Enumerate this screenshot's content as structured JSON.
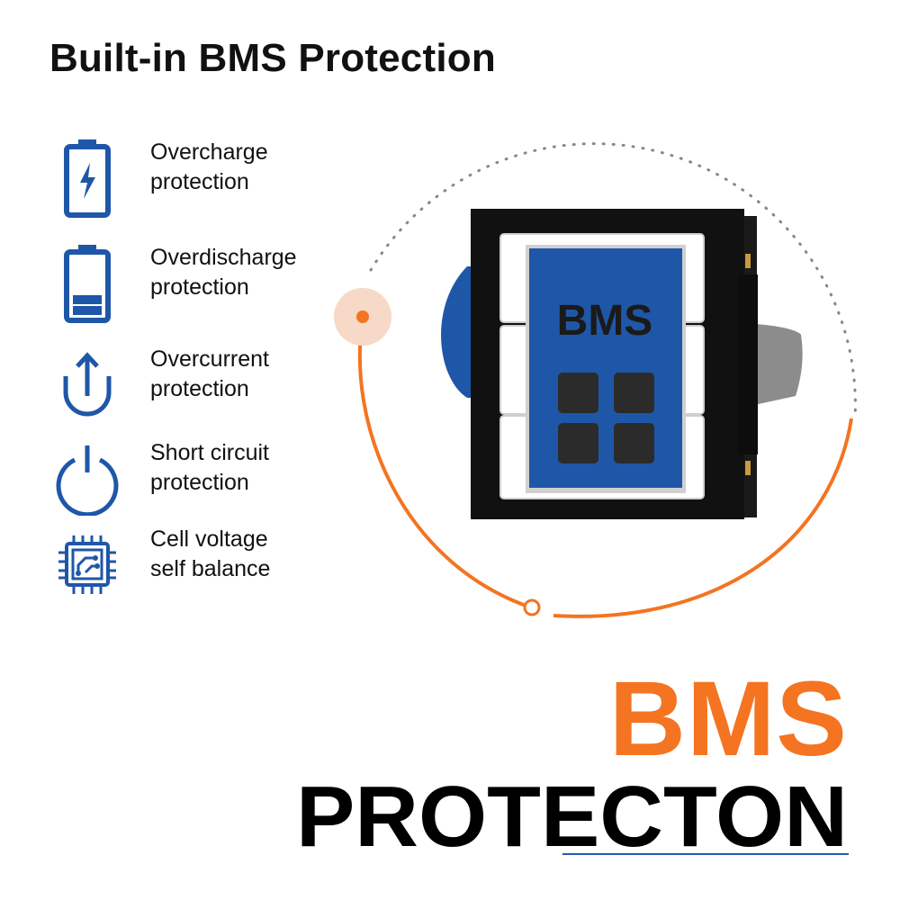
{
  "title": "Built-in BMS Protection",
  "features": [
    {
      "icon": "battery-charging-icon",
      "line1": "Overcharge",
      "line2": "protection"
    },
    {
      "icon": "battery-low-icon",
      "line1": "Overdischarge",
      "line2": "protection"
    },
    {
      "icon": "overcurrent-icon",
      "line1": "Overcurrent",
      "line2": "protection"
    },
    {
      "icon": "power-icon",
      "line1": "Short circuit",
      "line2": "protection"
    },
    {
      "icon": "chip-icon",
      "line1": "Cell voltage",
      "line2": "self balance"
    }
  ],
  "module_label": "BMS",
  "headline": {
    "line1": "BMS",
    "line2": "PROTECTON"
  },
  "colors": {
    "accent": "#f47421",
    "brand_blue": "#1f57a8",
    "text": "#111111"
  }
}
